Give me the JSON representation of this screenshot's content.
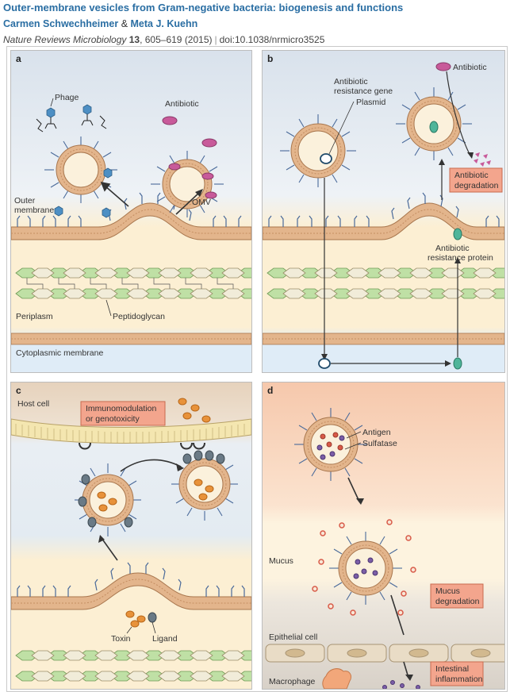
{
  "header": {
    "title": "Outer-membrane vesicles from Gram-negative bacteria: biogenesis and functions",
    "author1": "Carmen Schwechheimer",
    "amp": "&",
    "author2": "Meta J. Kuehn",
    "journal": "Nature Reviews Microbiology",
    "volume": "13",
    "pages": ", 605–619 (2015)",
    "doi": "doi:10.1038/nrmicro3525"
  },
  "panels": {
    "a": {
      "label": "a",
      "phage": "Phage",
      "antibiotic": "Antibiotic",
      "outer_membrane_1": "Outer",
      "outer_membrane_2": "membrane",
      "omv": "OMV",
      "periplasm": "Periplasm",
      "peptidoglycan": "Peptidoglycan",
      "cytoplasmic": "Cytoplasmic membrane"
    },
    "b": {
      "label": "b",
      "antibiotic": "Antibiotic",
      "gene_1": "Antibiotic",
      "gene_2": "resistance gene",
      "plasmid": "Plasmid",
      "degradation_1": "Antibiotic",
      "degradation_2": "degradation",
      "protein_1": "Antibiotic",
      "protein_2": "resistance protein"
    },
    "c": {
      "label": "c",
      "host_cell": "Host cell",
      "immuno_1": "Immunomodulation",
      "immuno_2": "or genotoxicity",
      "toxin": "Toxin",
      "ligand": "Ligand"
    },
    "d": {
      "label": "d",
      "antigen": "Antigen",
      "sulfatase": "Sulfatase",
      "mucus": "Mucus",
      "mucus_deg_1": "Mucus",
      "mucus_deg_2": "degradation",
      "epithelial": "Epithelial cell",
      "intestinal_1": "Intestinal",
      "intestinal_2": "inflammation",
      "macrophage": "Macrophage"
    }
  },
  "colors": {
    "title_blue": "#2a6ea3",
    "membrane_tan": "#d9a77a",
    "periplasm": "#fbeac8",
    "cytoplasm": "#dceaf6",
    "peptidoglycan_green": "#b9dca0",
    "antibiotic_pink": "#c85a9a",
    "label_box": "#f3a58d",
    "toxin_orange": "#e8923a",
    "ligand_grey": "#6a7a86",
    "host_cell": "#ead8c2"
  }
}
